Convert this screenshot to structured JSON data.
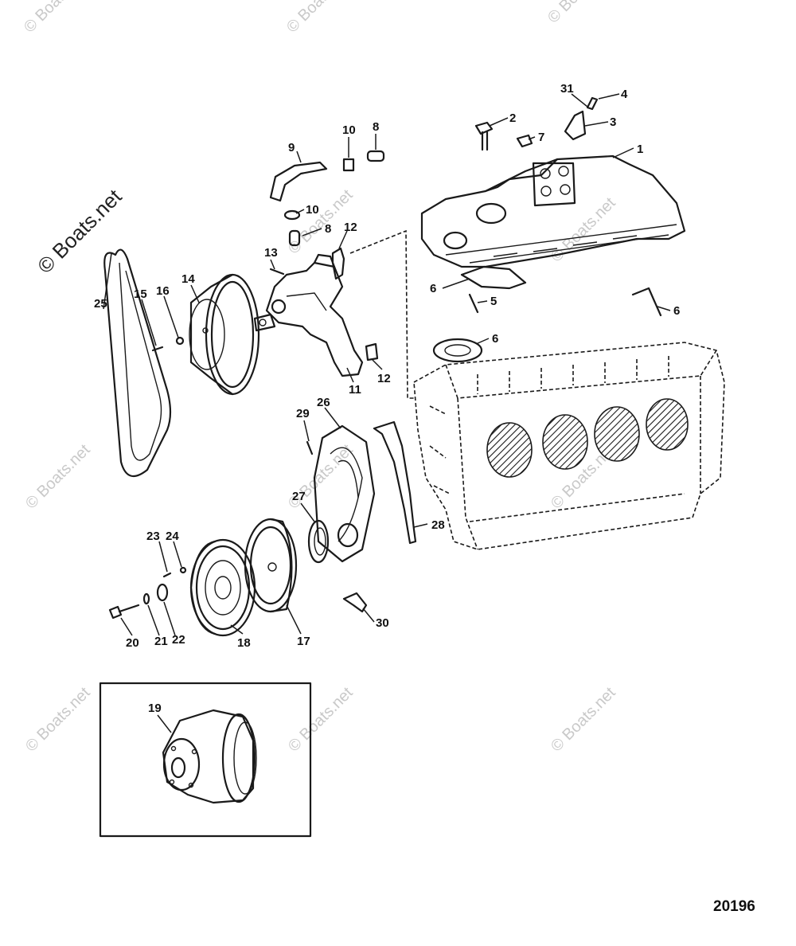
{
  "watermark_text": "© Boats.net",
  "figure_number": "20196",
  "callouts": {
    "c1": "1",
    "c2": "2",
    "c3": "3",
    "c4": "4",
    "c5": "5",
    "c6a": "6",
    "c6b": "6",
    "c6c": "6",
    "c7": "7",
    "c8a": "8",
    "c8b": "8",
    "c9": "9",
    "c10a": "10",
    "c10b": "10",
    "c11": "11",
    "c12a": "12",
    "c12b": "12",
    "c13": "13",
    "c14": "14",
    "c15": "15",
    "c16": "16",
    "c17": "17",
    "c18": "18",
    "c19": "19",
    "c20": "20",
    "c21": "21",
    "c22": "22",
    "c23": "23",
    "c24": "24",
    "c25": "25",
    "c26": "26",
    "c27": "27",
    "c28": "28",
    "c29": "29",
    "c30": "30",
    "c31": "31"
  }
}
